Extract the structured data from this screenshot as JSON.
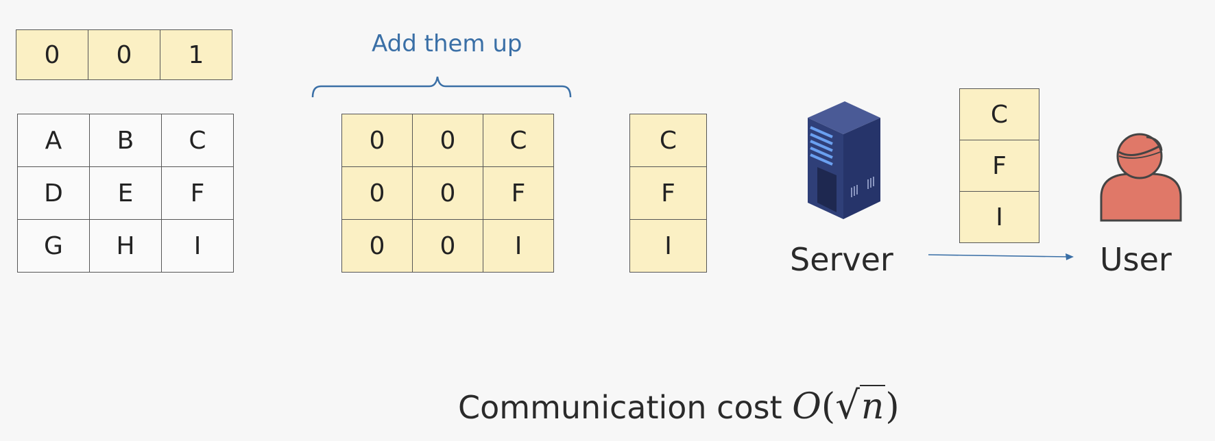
{
  "query_vector": [
    "0",
    "0",
    "1"
  ],
  "database_matrix": [
    [
      "A",
      "B",
      "C"
    ],
    [
      "D",
      "E",
      "F"
    ],
    [
      "G",
      "H",
      "I"
    ]
  ],
  "masked_matrix": [
    [
      "0",
      "0",
      "C"
    ],
    [
      "0",
      "0",
      "F"
    ],
    [
      "0",
      "0",
      "I"
    ]
  ],
  "sum_result": [
    "C",
    "F",
    "I"
  ],
  "sent_column": [
    "C",
    "F",
    "I"
  ],
  "add_label": "Add them up",
  "server_label": "Server",
  "user_label": "User",
  "cost_text": "Communication cost",
  "cost_formula": {
    "O": "O",
    "open": "(",
    "radicand": "n",
    "close": ")"
  },
  "colors": {
    "cell_fill": "#fbf0c4",
    "bracket": "#3a6fa6",
    "server": "#2f3f78",
    "user": "#e07868"
  }
}
